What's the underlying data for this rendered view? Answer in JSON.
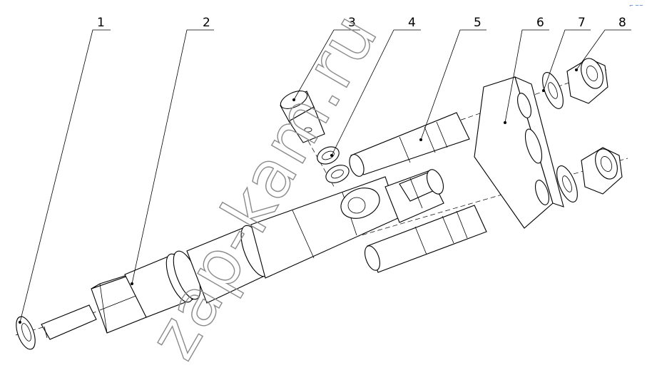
{
  "callouts": [
    {
      "label": "1"
    },
    {
      "label": "2"
    },
    {
      "label": "3"
    },
    {
      "label": "4"
    },
    {
      "label": "5"
    },
    {
      "label": "6"
    },
    {
      "label": "7"
    },
    {
      "label": "8"
    }
  ],
  "watermark": {
    "text": "zap-kam.ru"
  },
  "corner_mark": {
    "text": "⌐ ~~"
  }
}
